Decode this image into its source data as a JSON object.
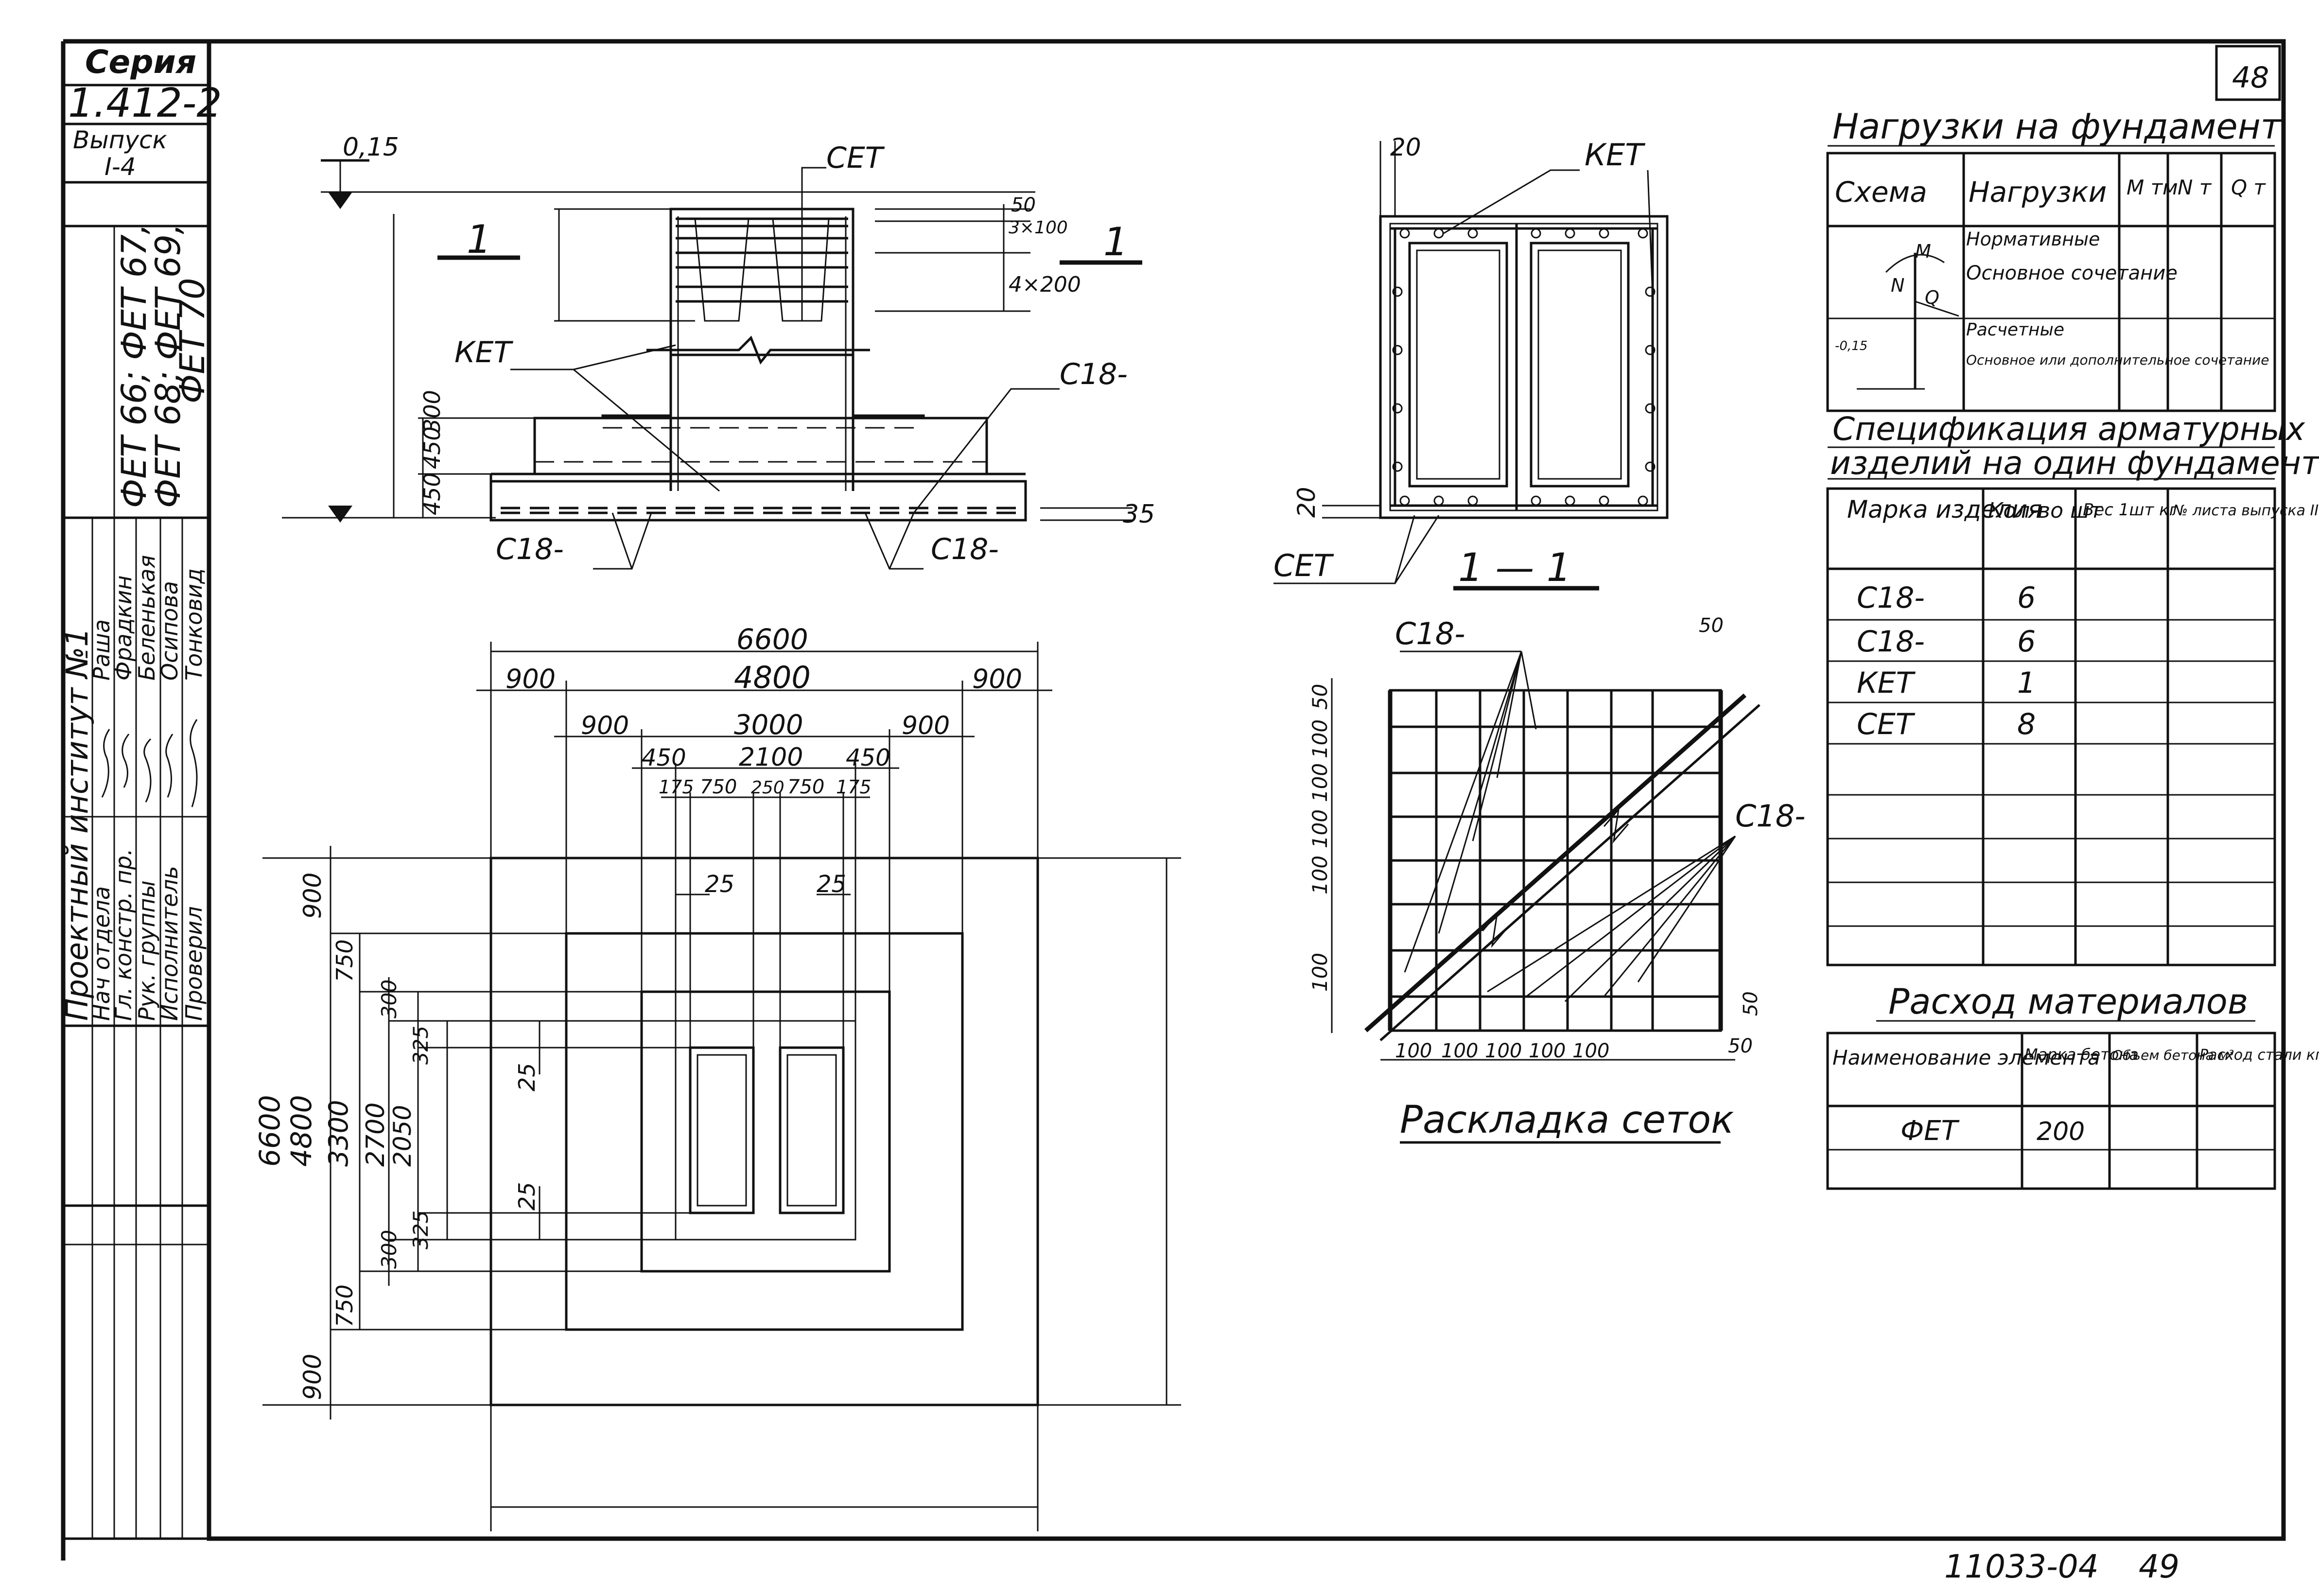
{
  "stamp": {
    "series_label": "Серия",
    "series_value": "1.412-2",
    "issue_label": "Выпуск",
    "issue_value": "I-4",
    "marks": [
      "ФЕТ 66; ФЕТ 67,",
      "ФЕТ 68; ФЕТ 69,",
      "ФЕТ 70"
    ],
    "institute": "Проектный институт №1",
    "roles": [
      "Нач отдела",
      "Гл. констр. пр.",
      "Рук. группы",
      "Исполнитель",
      "Проверил"
    ],
    "names": [
      "Раша",
      "Фрадкин",
      "Беленькая",
      "Осипова",
      "Тонковид"
    ]
  },
  "page_number": "48",
  "footer_code": "11033-04",
  "footer_page": "49",
  "section_label": "1",
  "section_view_label": "1 — 1",
  "layout_title": "Раскладка сеток",
  "callouts": {
    "cet": "СЕТ",
    "ket": "КЕТ",
    "c18": "С18-"
  },
  "dims": {
    "level_top": "0,15",
    "elevation_dims": [
      "50",
      "3×100",
      "4×200"
    ],
    "step_dims": [
      "300",
      "450",
      "450"
    ],
    "slab_offset": "35",
    "section_cover": "20",
    "plan_h": [
      "6600",
      "900",
      "4800",
      "900",
      "900",
      "3000",
      "900",
      "450",
      "2100",
      "450",
      "175",
      "750",
      "250",
      "750",
      "175",
      "25",
      "25"
    ],
    "plan_v_outer": [
      "900",
      "750",
      "300",
      "325",
      "25",
      "25",
      "325",
      "300",
      "750",
      "900"
    ],
    "plan_v_totals": [
      "6600",
      "4800",
      "3300",
      "2700",
      "2050"
    ],
    "grid_left": [
      "50",
      "100",
      "100",
      "100",
      "100",
      "100"
    ],
    "grid_bottom": [
      "100",
      "100",
      "100",
      "100",
      "100",
      "50"
    ],
    "grid_top_right": "50",
    "grid_right": "50"
  },
  "loads": {
    "title": "Нагрузки на фундамент",
    "headers": [
      "Схема",
      "Нагрузки",
      "М тм",
      "N т",
      "Q т"
    ],
    "rows": [
      [
        "Нормативные",
        "Основное сочетание"
      ],
      [
        "Расчетные",
        "Основное или дополнительное сочетание"
      ]
    ],
    "scheme_labels": [
      "M",
      "N",
      "Q",
      "-0,15"
    ]
  },
  "spec": {
    "title_1": "Спецификация арматурных",
    "title_2": "изделий на один фундамент",
    "headers": [
      "Марка изделия",
      "Кол-во шт",
      "Вес 1шт кг",
      "№ листа выпуска II"
    ],
    "rows": [
      {
        "mark": "С18-",
        "qty": "6"
      },
      {
        "mark": "С18-",
        "qty": "6"
      },
      {
        "mark": "КЕТ",
        "qty": "1"
      },
      {
        "mark": "СЕТ",
        "qty": "8"
      }
    ]
  },
  "materials": {
    "title": "Расход материалов",
    "headers": [
      "Наименование элемента",
      "Марка бетона",
      "Объем бетона м³",
      "Расход стали кг"
    ],
    "rows": [
      {
        "name": "ФЕТ",
        "grade": "200"
      }
    ]
  }
}
